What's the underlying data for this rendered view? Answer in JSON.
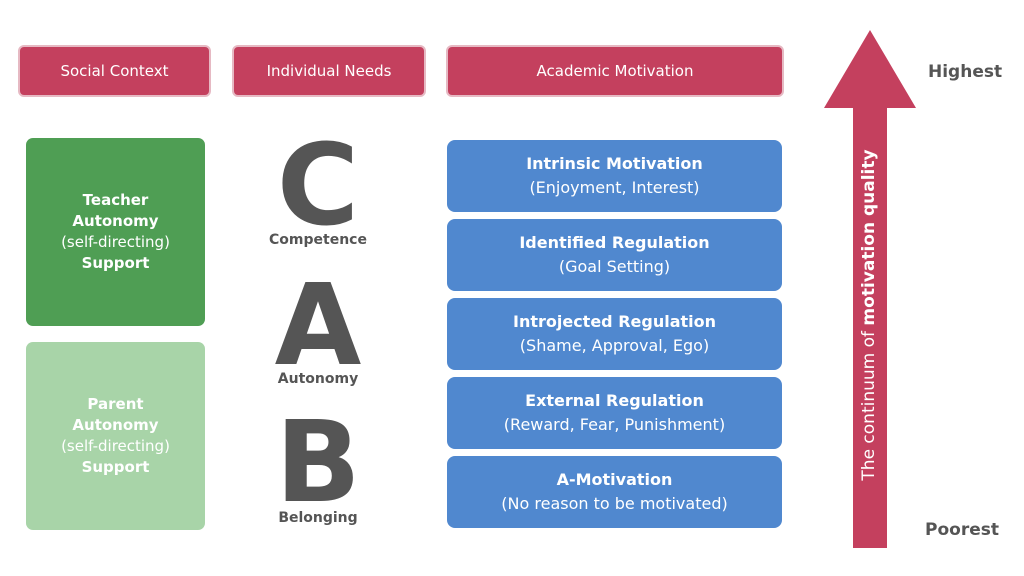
{
  "headers": {
    "social": "Social Context",
    "needs": "Individual Needs",
    "academic": "Academic Motivation"
  },
  "social_boxes": [
    {
      "line1": "Teacher",
      "line2": "Autonomy",
      "line3": "(self-directing)",
      "line4": "Support",
      "color": "#4f9e54"
    },
    {
      "line1": "Parent",
      "line2": "Autonomy",
      "line3": "(self-directing)",
      "line4": "Support",
      "color": "#a8d4a8"
    }
  ],
  "needs": [
    {
      "letter": "C",
      "label": "Competence"
    },
    {
      "letter": "A",
      "label": "Autonomy"
    },
    {
      "letter": "B",
      "label": "Belonging"
    }
  ],
  "motivation": [
    {
      "title": "Intrinsic Motivation",
      "subtitle": "(Enjoyment, Interest)"
    },
    {
      "title": "Identified Regulation",
      "subtitle": "(Goal Setting)"
    },
    {
      "title": "Introjected Regulation",
      "subtitle": "(Shame, Approval, Ego)"
    },
    {
      "title": "External Regulation",
      "subtitle": "(Reward, Fear, Punishment)"
    },
    {
      "title": "A-Motivation",
      "subtitle": "(No reason to be motivated)"
    }
  ],
  "arrow": {
    "text_prefix": "The continuum of ",
    "text_bold": "motivation quality",
    "top_label": "Highest",
    "bottom_label": "Poorest",
    "color": "#c4405e"
  },
  "colors": {
    "header": "#c4405e",
    "motivation_box": "#5088cf",
    "letter": "#555555"
  }
}
